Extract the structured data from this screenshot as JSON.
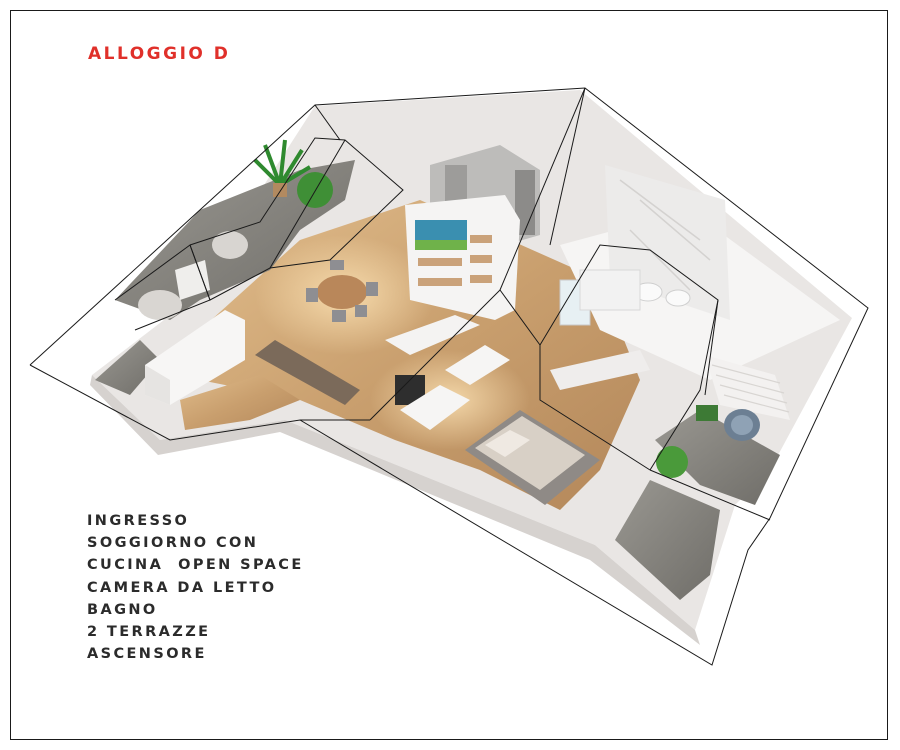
{
  "title": "ALLOGGIO D",
  "features": [
    "INGRESSO",
    "SOGGIORNO CON",
    "CUCINA  OPEN SPACE",
    "CAMERA DA LETTO",
    "BAGNO",
    "2 TERRAZZE",
    "ASCENSORE"
  ],
  "colors": {
    "title": "#e0302a",
    "text": "#2b2b2b",
    "wall": "#f1efee",
    "floor_wood": "#c99f6e",
    "terrace_stone": "#7f7d78",
    "outline": "#1a1a1a"
  }
}
